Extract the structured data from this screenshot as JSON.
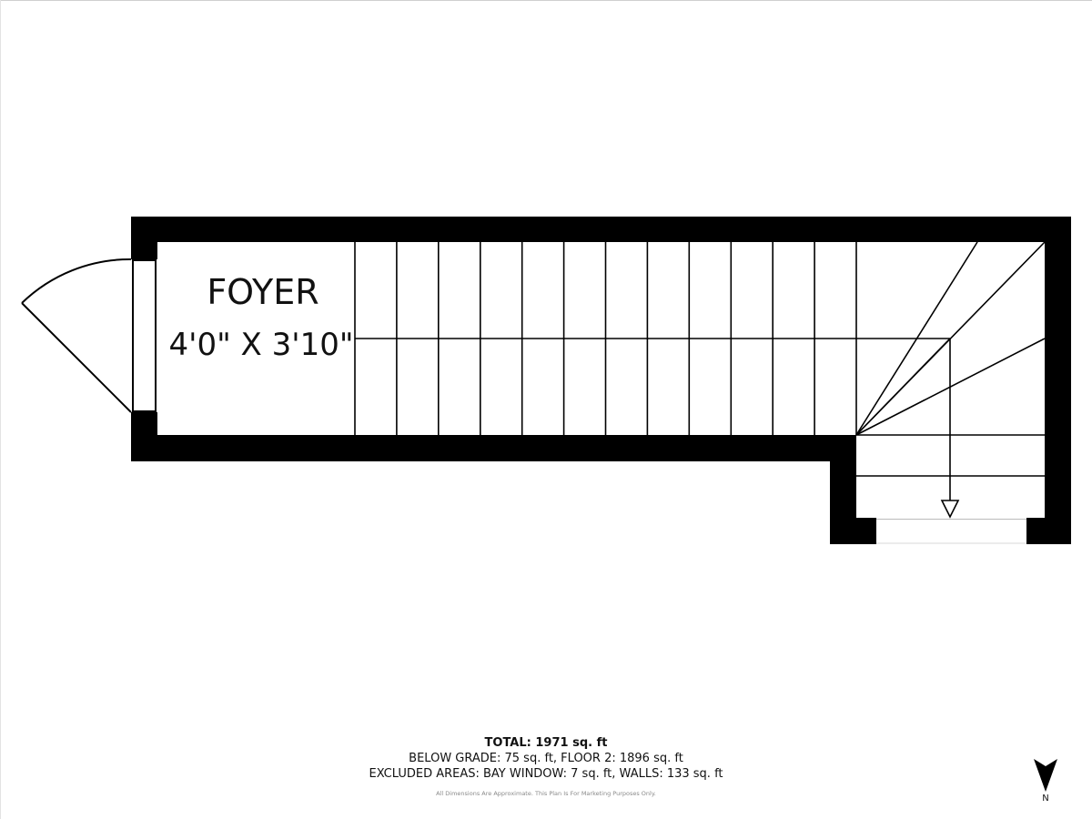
{
  "room": {
    "name": "FOYER",
    "dimensions": "4'0\" X 3'10\""
  },
  "summary": {
    "total": "TOTAL: 1971 sq. ft",
    "breakdown": "BELOW GRADE: 75 sq. ft, FLOOR 2: 1896 sq. ft",
    "excluded": "EXCLUDED AREAS: BAY WINDOW: 7 sq. ft, WALLS: 133 sq. ft",
    "disclaimer": "All Dimensions Are Approximate. This Plan Is For Marketing Purposes Only."
  },
  "compass": {
    "label": "N",
    "icon": "north-arrow-icon"
  },
  "colors": {
    "wall": "#000000",
    "line": "#000000",
    "background": "#ffffff"
  }
}
